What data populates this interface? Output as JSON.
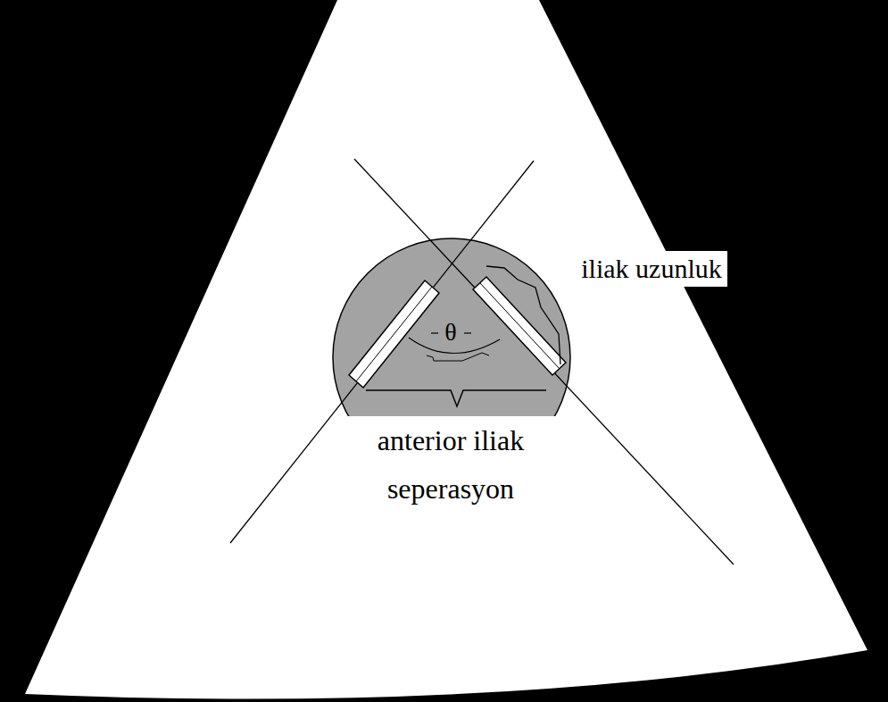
{
  "diagram": {
    "labels": [
      "iliak uzunluk",
      "θ",
      "anterior iliak seperasyon"
    ]
  }
}
